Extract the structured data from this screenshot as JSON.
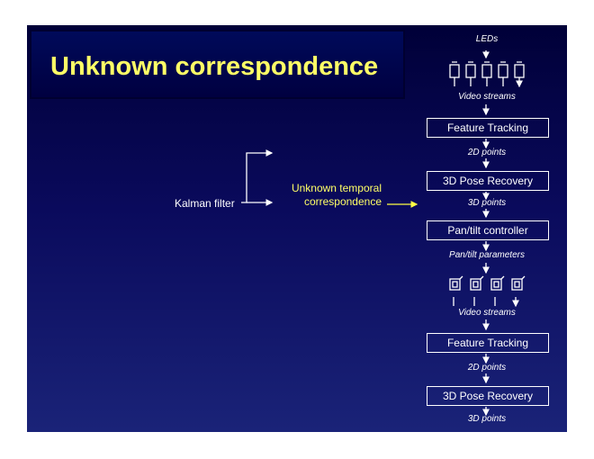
{
  "title": "Unknown correspondence",
  "left": {
    "kalman": "Kalman filter",
    "unknown_line1": "Unknown temporal",
    "unknown_line2": "correspondence"
  },
  "flow": {
    "leds": "LEDs",
    "video1": "Video streams",
    "feature1": "Feature Tracking",
    "points2d_1": "2D points",
    "pose1": "3D Pose Recovery",
    "points3d_1": "3D points",
    "pantilt": "Pan/tilt controller",
    "pantilt_params": "Pan/tilt parameters",
    "video2": "Video streams",
    "feature2": "Feature Tracking",
    "points2d_2": "2D points",
    "pose2": "3D Pose Recovery",
    "points3d_2": "3D points"
  },
  "colors": {
    "accent": "#ffff66",
    "text": "#ffffff"
  }
}
